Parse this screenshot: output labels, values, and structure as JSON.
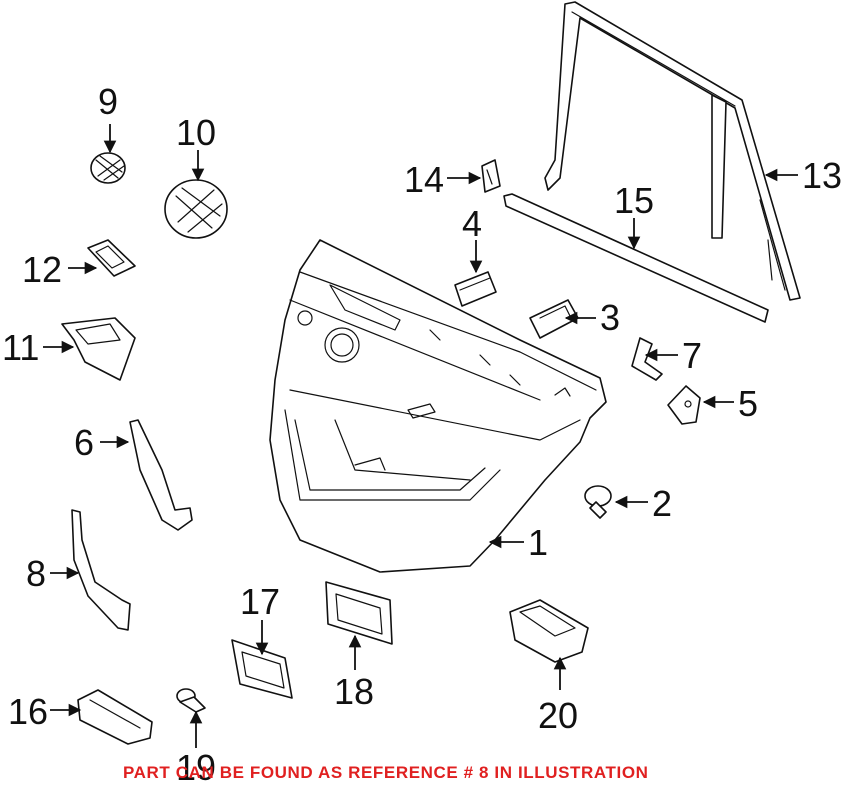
{
  "callouts": [
    "1",
    "2",
    "3",
    "4",
    "5",
    "6",
    "7",
    "8",
    "9",
    "10",
    "11",
    "12",
    "13",
    "14",
    "15",
    "16",
    "17",
    "18",
    "19",
    "20"
  ],
  "note": {
    "text": "PART CAN BE FOUND AS REFERENCE # 8 IN ILLUSTRATION",
    "color": "#e02020"
  },
  "line_color": "#111111",
  "background": "#ffffff"
}
